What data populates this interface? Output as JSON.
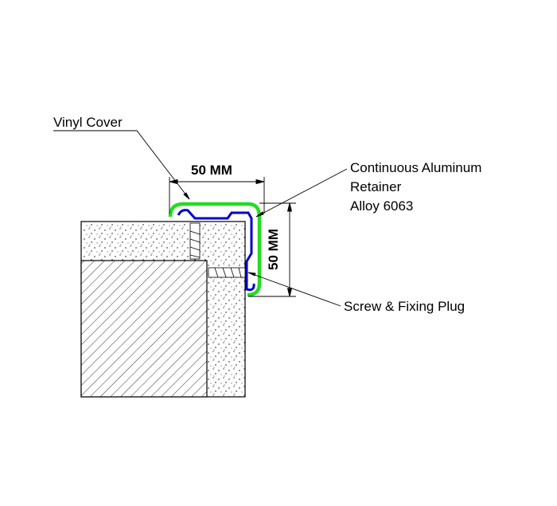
{
  "labels": {
    "vinyl_cover": "Vinyl Cover",
    "retainer_line1": "Continuous Aluminum",
    "retainer_line2": "Retainer",
    "retainer_line3": "Alloy 6063",
    "screw": "Screw & Fixing Plug"
  },
  "dimensions": {
    "width": "50 MM",
    "height": "50 MM"
  },
  "colors": {
    "vinyl_cover": "#22dd22",
    "retainer": "#0000cc",
    "line": "#000000"
  }
}
